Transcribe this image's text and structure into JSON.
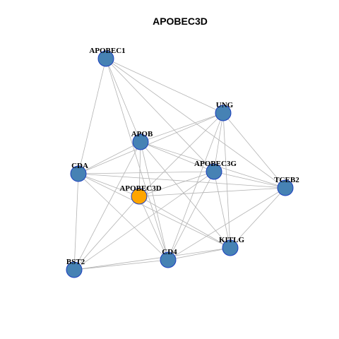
{
  "title": "APOBEC3D",
  "colors": {
    "node_default": "#4682B4",
    "node_highlight": "#FFA500",
    "node_border": "#1C3FBF",
    "edge": "#B3B3B3"
  },
  "nodes": [
    {
      "id": "APOBEC1",
      "label": "APOBEC1",
      "highlight": false
    },
    {
      "id": "UNG",
      "label": "UNG",
      "highlight": false
    },
    {
      "id": "APOB",
      "label": "APOB",
      "highlight": false
    },
    {
      "id": "APOBEC3G",
      "label": "APOBEC3G",
      "highlight": false
    },
    {
      "id": "CDA",
      "label": "CDA",
      "highlight": false
    },
    {
      "id": "TCEB2",
      "label": "TCEB2",
      "highlight": false
    },
    {
      "id": "APOBEC3D",
      "label": "APOBEC3D",
      "highlight": true
    },
    {
      "id": "KITLG",
      "label": "KITLG",
      "highlight": false
    },
    {
      "id": "CD4",
      "label": "CD4",
      "highlight": false
    },
    {
      "id": "BST2",
      "label": "BST2",
      "highlight": false
    }
  ],
  "edges": [
    [
      "APOBEC1",
      "UNG"
    ],
    [
      "APOBEC1",
      "APOB"
    ],
    [
      "APOBEC1",
      "CDA"
    ],
    [
      "APOBEC1",
      "APOBEC3G"
    ],
    [
      "APOBEC1",
      "CD4"
    ],
    [
      "APOBEC1",
      "TCEB2"
    ],
    [
      "UNG",
      "APOB"
    ],
    [
      "UNG",
      "APOBEC3G"
    ],
    [
      "UNG",
      "CDA"
    ],
    [
      "UNG",
      "APOBEC3D"
    ],
    [
      "UNG",
      "TCEB2"
    ],
    [
      "UNG",
      "KITLG"
    ],
    [
      "UNG",
      "CD4"
    ],
    [
      "APOB",
      "CDA"
    ],
    [
      "APOB",
      "APOBEC3G"
    ],
    [
      "APOB",
      "APOBEC3D"
    ],
    [
      "APOB",
      "TCEB2"
    ],
    [
      "APOB",
      "KITLG"
    ],
    [
      "APOB",
      "CD4"
    ],
    [
      "APOB",
      "BST2"
    ],
    [
      "APOBEC3G",
      "CDA"
    ],
    [
      "APOBEC3G",
      "APOBEC3D"
    ],
    [
      "APOBEC3G",
      "KITLG"
    ],
    [
      "APOBEC3G",
      "CD4"
    ],
    [
      "APOBEC3G",
      "BST2"
    ],
    [
      "APOBEC3G",
      "TCEB2"
    ],
    [
      "CDA",
      "APOBEC3D"
    ],
    [
      "CDA",
      "TCEB2"
    ],
    [
      "CDA",
      "BST2"
    ],
    [
      "CDA",
      "CD4"
    ],
    [
      "CDA",
      "KITLG"
    ],
    [
      "APOBEC3D",
      "TCEB2"
    ],
    [
      "APOBEC3D",
      "KITLG"
    ],
    [
      "APOBEC3D",
      "CD4"
    ],
    [
      "APOBEC3D",
      "BST2"
    ],
    [
      "TCEB2",
      "KITLG"
    ],
    [
      "TCEB2",
      "CD4"
    ],
    [
      "KITLG",
      "CD4"
    ],
    [
      "KITLG",
      "BST2"
    ],
    [
      "CD4",
      "BST2"
    ]
  ]
}
